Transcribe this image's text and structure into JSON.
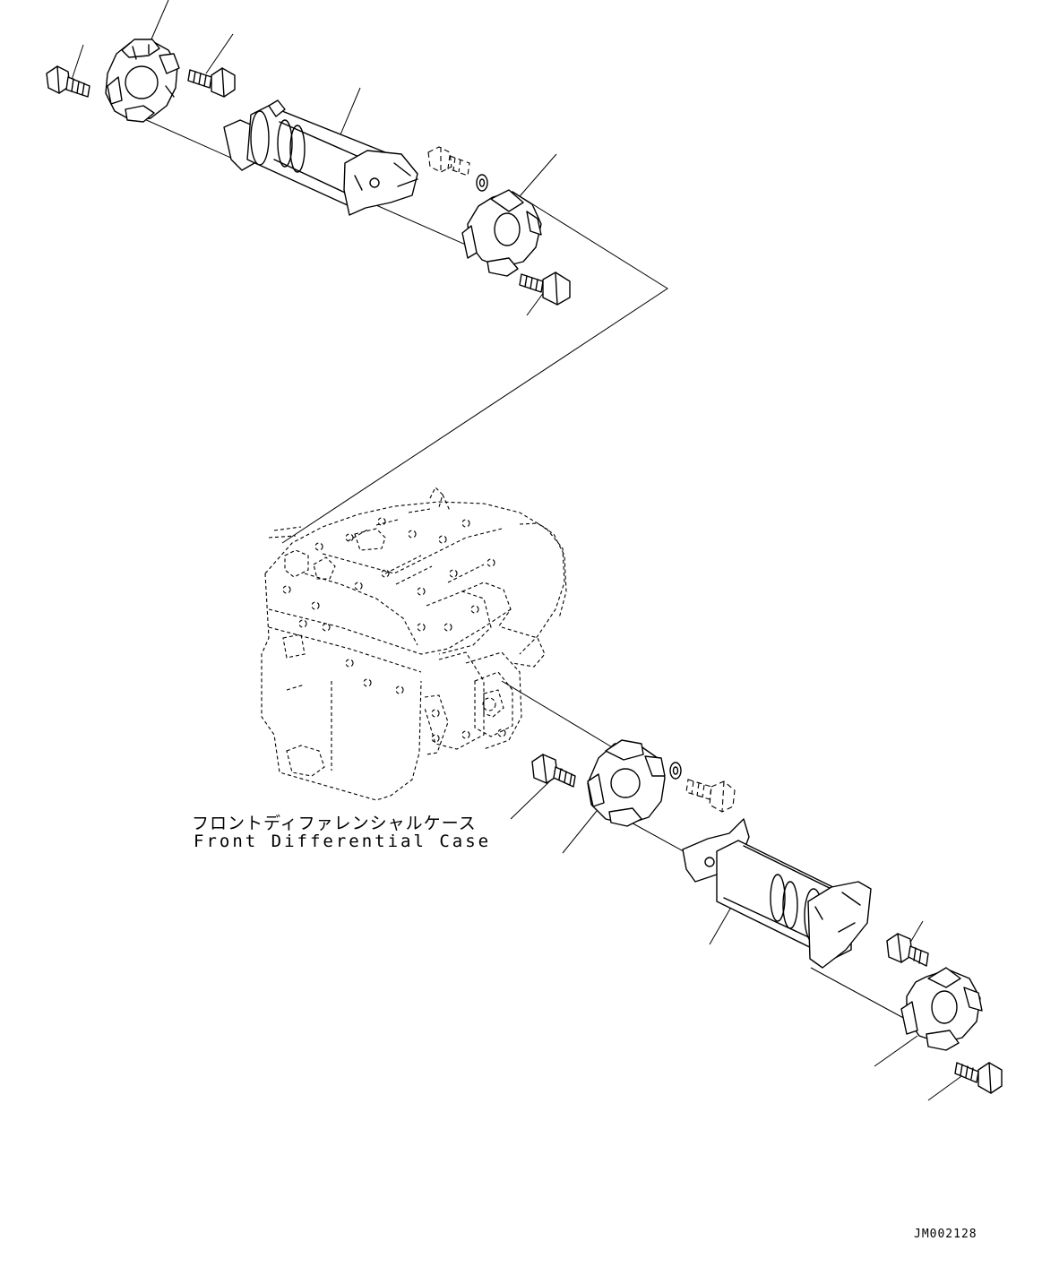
{
  "labels": {
    "part_name_jp": "フロントディファレンシャルケース",
    "part_name_en": "Front Differential Case"
  },
  "drawing_code": "JM002128",
  "colors": {
    "line": "#000000",
    "background": "#ffffff"
  }
}
